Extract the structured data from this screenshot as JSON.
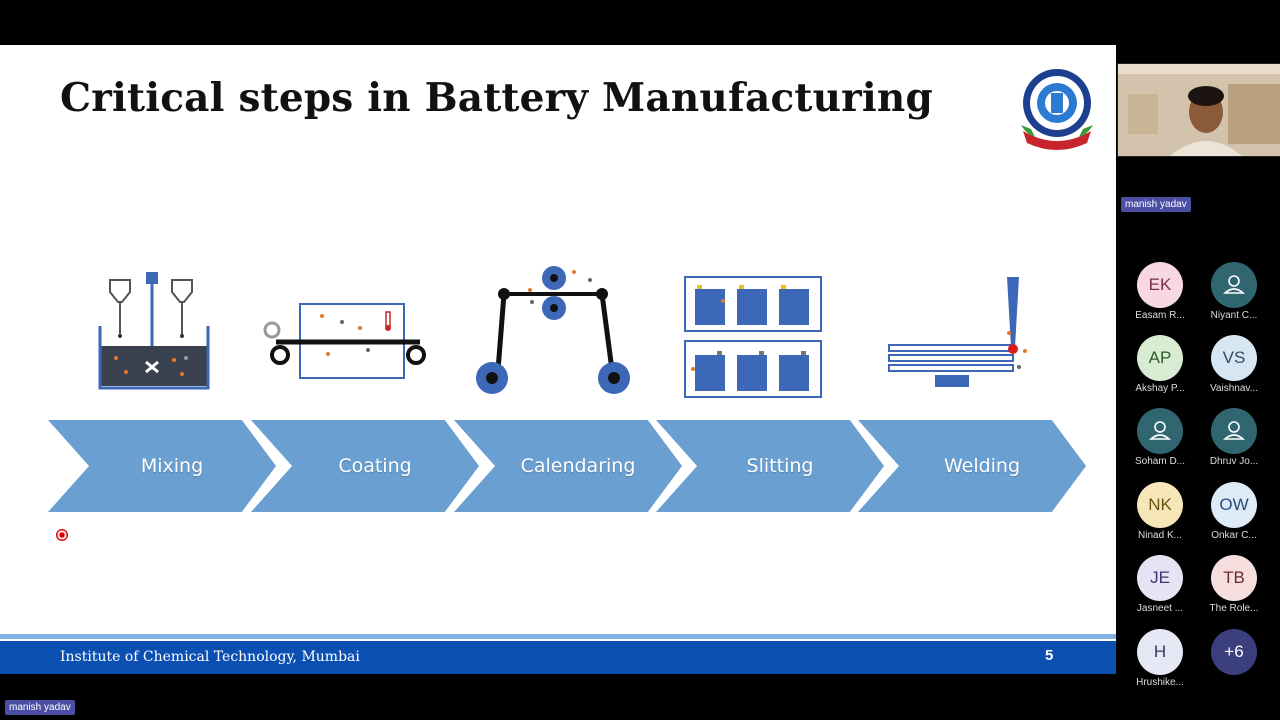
{
  "slide": {
    "title": "Critical steps in Battery Manufacturing",
    "steps": [
      "Mixing",
      "Coating",
      "Calendaring",
      "Slitting",
      "Welding"
    ],
    "footer_text": "Institute of Chemical Technology, Mumbai",
    "page_number": "5",
    "accent_color": "#6a9fd2",
    "footer_color": "#0b4fb3"
  },
  "presenter": {
    "name_tag": "manish yadav",
    "video_name_tag": "manish yadav"
  },
  "participants": [
    {
      "initials": "EK",
      "name": "Easam R...",
      "bg": "#f7d8e2",
      "fg": "#7a2f44"
    },
    {
      "initials": "",
      "name": "Niyant C...",
      "bg": "#2f6670",
      "fg": "#ffffff",
      "icon": "user-icon"
    },
    {
      "initials": "AP",
      "name": "Akshay P...",
      "bg": "#d8ecd2",
      "fg": "#2c5a2a"
    },
    {
      "initials": "VS",
      "name": "Vaishnav...",
      "bg": "#d6e6f2",
      "fg": "#2b4d66"
    },
    {
      "initials": "",
      "name": "Soham D...",
      "bg": "#2f6670",
      "fg": "#ffffff",
      "icon": "user-icon"
    },
    {
      "initials": "",
      "name": "Dhruv Jo...",
      "bg": "#2f6670",
      "fg": "#ffffff",
      "icon": "user-icon"
    },
    {
      "initials": "NK",
      "name": "Ninad K...",
      "bg": "#f6e6b8",
      "fg": "#6b5312"
    },
    {
      "initials": "OW",
      "name": "Onkar C...",
      "bg": "#dfeaf7",
      "fg": "#2b4d7a"
    },
    {
      "initials": "JE",
      "name": "Jasneet ...",
      "bg": "#e6e3f5",
      "fg": "#3b3470"
    },
    {
      "initials": "TB",
      "name": "The Role...",
      "bg": "#f6dede",
      "fg": "#6a2a2a"
    },
    {
      "initials": "H",
      "name": "Hrushike...",
      "bg": "#e6e8f5",
      "fg": "#353a66"
    },
    {
      "initials": "+6",
      "name": "",
      "bg": "#3c3f7e",
      "fg": "#ffffff"
    }
  ]
}
